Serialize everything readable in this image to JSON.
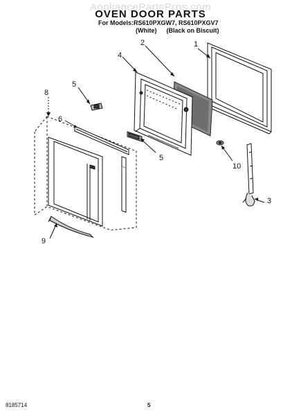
{
  "watermark": "AppliancePartsPros.com",
  "header": {
    "title": "OVEN DOOR PARTS",
    "models_line": "For Models:RS610PXGW7, RS610PXGV7",
    "variant_white": "(White)",
    "variant_black": "(Black on Biscuit)"
  },
  "callouts": {
    "c1": "1",
    "c2": "2",
    "c3": "3",
    "c4": "4",
    "c5a": "5",
    "c5b": "5",
    "c6": "6",
    "c8": "8",
    "c9": "9",
    "c10": "10"
  },
  "footer": {
    "doc_number": "8185714",
    "page": "5"
  }
}
